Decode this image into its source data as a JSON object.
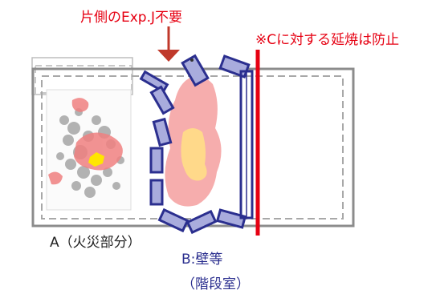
{
  "annotations": {
    "top_callout": "片側のExp.J不要",
    "right_note": "※Cに対する延焼は防止"
  },
  "labels": {
    "area_a": "A（火災部分）",
    "wall_b": "B:壁等",
    "wall_b_sub": "（階段室）"
  },
  "colors": {
    "red": "#e60012",
    "navy": "#2b2f8f",
    "block_fill": "#a9acdd",
    "grey": "#8c8c8c",
    "flame": "#f4a3a3",
    "flame_core": "#ffd98a"
  }
}
